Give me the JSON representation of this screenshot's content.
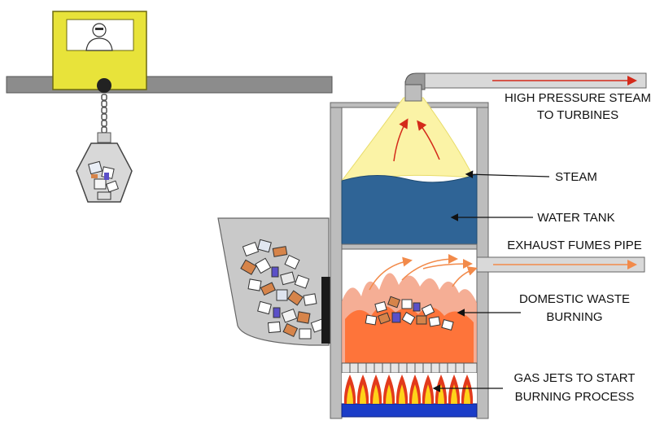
{
  "labels": {
    "steam_out_line1": "HIGH PRESSURE STEAM",
    "steam_out_line2": "TO TURBINES",
    "steam": "STEAM",
    "water_tank": "WATER TANK",
    "exhaust": "EXHAUST FUMES PIPE",
    "waste_line1": "DOMESTIC WASTE",
    "waste_line2": "BURNING",
    "gas_line1": "GAS JETS TO START",
    "gas_line2": "BURNING PROCESS"
  },
  "colors": {
    "rail": "#8c8c8c",
    "cab": "#e8e33a",
    "wall": "#bdbdbd",
    "water": "#2f6496",
    "steam": "#fbf3a6",
    "fire_outer": "#f39a7a",
    "fire_inner": "#ff6a2a",
    "flame_red": "#e23a1c",
    "flame_yellow": "#ffd21a",
    "gas_base": "#1a3cc8",
    "arrow_red": "#d42a1a",
    "arrow_orange": "#f28a4a"
  },
  "icons": {
    "operator": "crane-operator-icon",
    "grab": "claw-grab-icon"
  }
}
